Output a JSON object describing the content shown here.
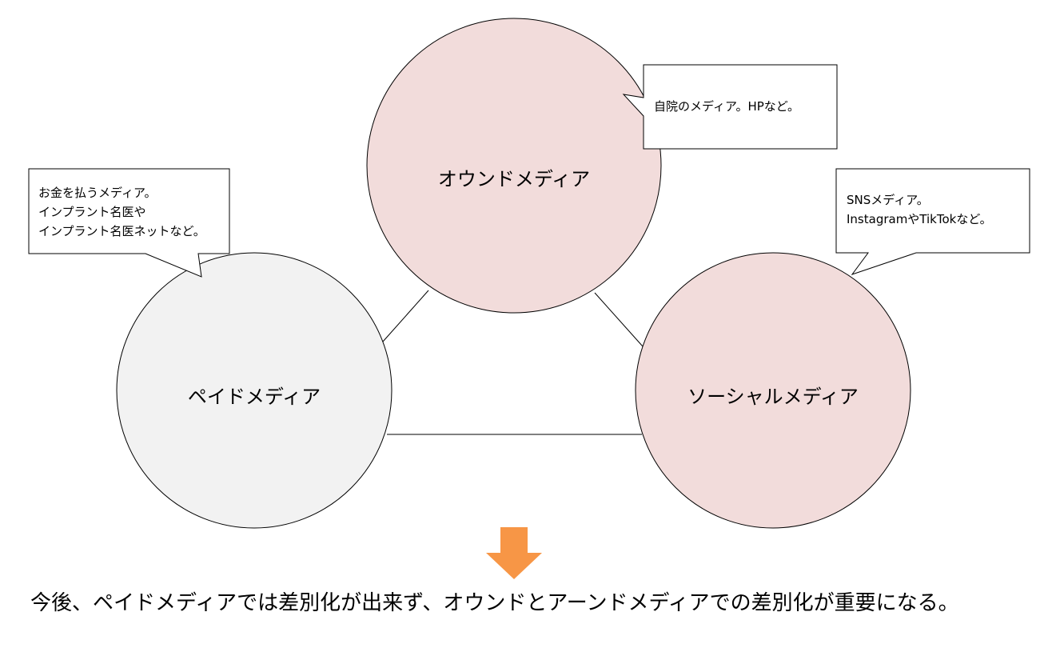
{
  "colors": {
    "owned_fill": "#F2DCDB",
    "paid_fill": "#F2F2F2",
    "social_fill": "#F2DCDB",
    "stroke": "#000000",
    "arrow": "#F79646",
    "callout_fill": "#FFFFFF"
  },
  "circles": {
    "owned": {
      "label": "オウンドメディア"
    },
    "paid": {
      "label": "ペイドメディア"
    },
    "social": {
      "label": "ソーシャルメディア"
    }
  },
  "callouts": {
    "owned": {
      "lines": [
        "自院のメディア。HPなど。"
      ]
    },
    "paid": {
      "lines": [
        "お金を払うメディア。",
        "インプラント名医や",
        "インプラント名医ネットなど。"
      ]
    },
    "social": {
      "lines": [
        "SNSメディア。",
        "InstagramやTikTokなど。"
      ]
    }
  },
  "arrow": {
    "icon": "down-arrow-icon"
  },
  "conclusion": "今後、ペイドメディアでは差別化が出来ず、オウンドとアーンドメディアでの差別化が重要になる。"
}
